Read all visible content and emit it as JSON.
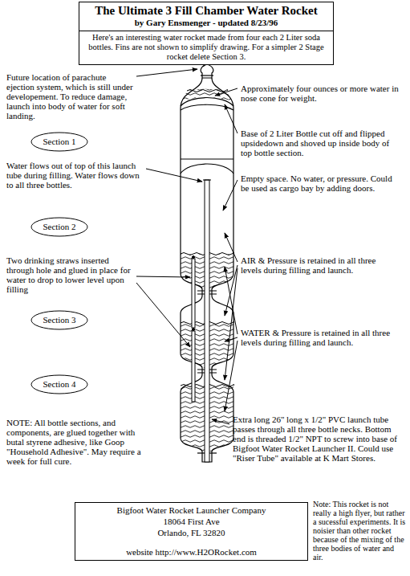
{
  "diagram": {
    "nodes": [
      {
        "text": [
          "The Ultimate 3 Fill Chamber Water Rocket",
          "by Gary Ensmenger - updated 8/23/96",
          "Here's an interesting water rocket made from four each 2 Liter soda bottles. Fins are not shown to simplify drawing. For a simpler 2 Stage rocket delete Section 3."
        ]
      },
      {
        "text": [
          "Section 1"
        ]
      },
      {
        "text": [
          "Section 2"
        ]
      },
      {
        "text": [
          "Section 3"
        ]
      },
      {
        "text": [
          "Section 4"
        ]
      },
      {
        "text": [
          "Bigfoot Water Rocket Launcher Company",
          "18064 First Ave",
          "Orlando, FL 32820",
          "website http://www.H2ORocket.com"
        ]
      }
    ],
    "labels": [
      "Future location of parachute ejection system, which is still under developement. To reduce damage, launch into body of water for soft landing.",
      "Approximately four ounces or more water in nose cone for weight.",
      "Base of 2 Liter Bottle cut off and flipped upsidedown and shoved up inside body of top bottle section.",
      "Water flows out of top of this launch tube during filling. Water flows down to all three bottles.",
      "Empty space. No water, or pressure. Could be used as cargo bay by adding doors.",
      "Two drinking straws inserted through hole and glued in place for water to drop to lower level upon filling",
      "AIR & Pressure is retained in all three levels during filling and launch.",
      "WATER & Pressure is retained in all three levels during filling and launch.",
      "NOTE: All bottle sections, and components, are glued together with butal styrene adhesive, like Goop \"Household Adhesive\". May require a week for full cure.",
      "Extra long 26\" long x 1/2\" PVC launch tube passes through all three bottle necks. Bottom end is threaded 1/2\" NPT to screw into base of Bigfoot Water Rocket Launcher II. Could use \"Riser Tube\" available at K Mart Stores.",
      "Note: This rocket is not really a high flyer, but rather a sucessful experiments. It is noisier than other rocket because of the mixing of the three bodies of water and air."
    ]
  }
}
